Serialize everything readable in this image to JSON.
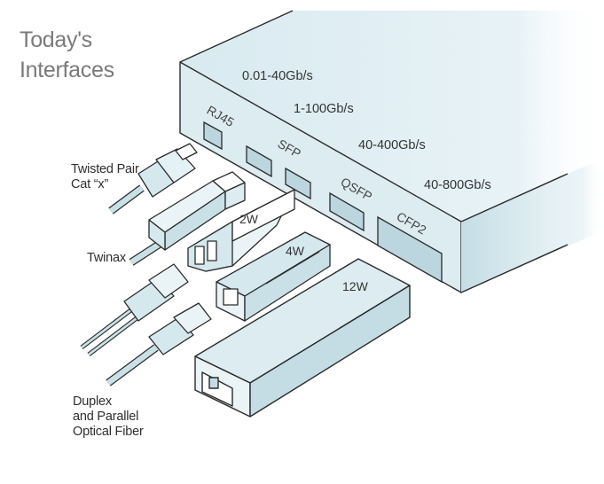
{
  "title": {
    "line1": "Today's",
    "line2": "Interfaces"
  },
  "speeds": {
    "rj45": "0.01-40Gb/s",
    "sfp": "1-100Gb/s",
    "qsfp": "40-400Gb/s",
    "cfp2": "40-800Gb/s"
  },
  "ports": {
    "rj45": "RJ45",
    "sfp": "SFP",
    "qsfp": "QSFP",
    "cfp2": "CFP2"
  },
  "power": {
    "w2": "2W",
    "w4": "4W",
    "w12": "12W"
  },
  "cables": {
    "twisted_line1": "Twisted Pair",
    "twisted_line2": "Cat “x”",
    "twinax": "Twinax",
    "optical_line1": "Duplex",
    "optical_line2": "and Parallel",
    "optical_line3": "Optical Fiber"
  },
  "colors": {
    "fill": "#d8eaf0",
    "fill_light": "#eaf4f7",
    "fill_dark": "#b9d4dd",
    "stroke": "#2a2a2a",
    "title": "#7a7a7a"
  }
}
